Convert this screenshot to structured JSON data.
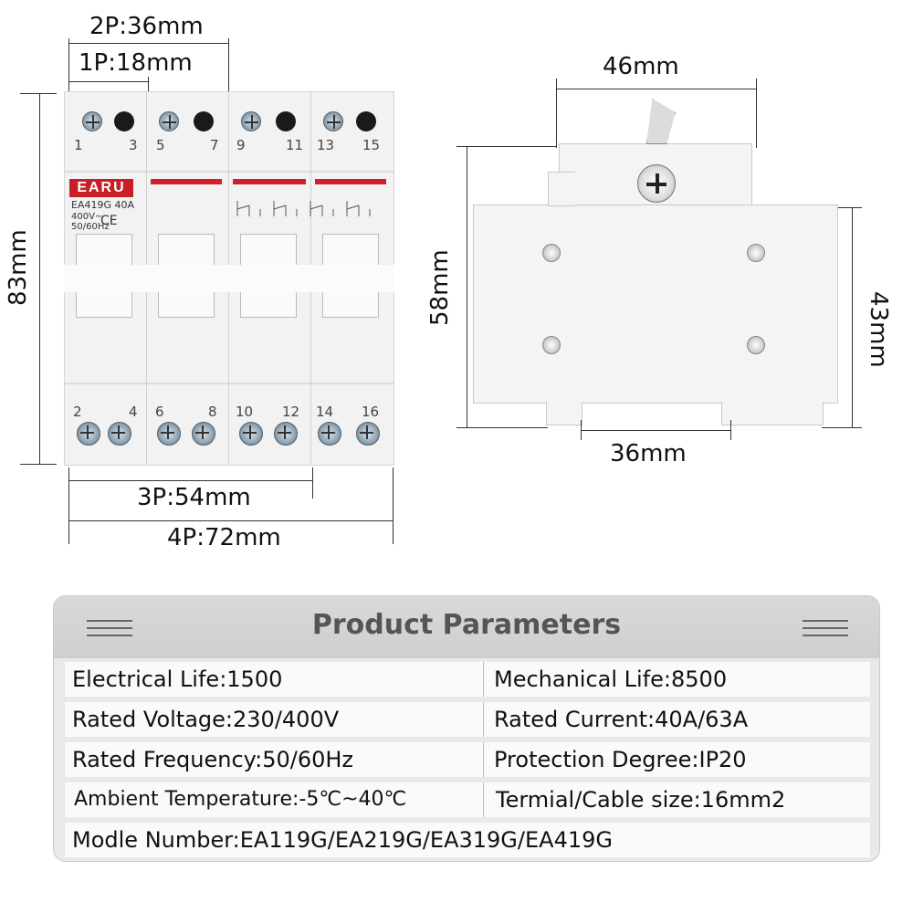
{
  "front_view": {
    "brand": "EARU",
    "model_label": "EA419G  40A",
    "voltage_label": "400V~",
    "freq_label": "50/60Hz",
    "ce_mark": "CE",
    "top_terminals": [
      "1",
      "3",
      "5",
      "7",
      "9",
      "11",
      "13",
      "15"
    ],
    "bottom_terminals": [
      "2",
      "4",
      "6",
      "8",
      "10",
      "12",
      "14",
      "16"
    ],
    "dim_2p": "2P:36mm",
    "dim_1p": "1P:18mm",
    "dim_height": "83mm",
    "dim_3p": "3P:54mm",
    "dim_4p": "4P:72mm"
  },
  "side_view": {
    "dim_top": "46mm",
    "dim_left": "58mm",
    "dim_right": "43mm",
    "dim_bottom": "36mm"
  },
  "parameters": {
    "title": "Product Parameters",
    "rows": [
      {
        "left": "Electrical Life:1500",
        "right": "Mechanical Life:8500"
      },
      {
        "left": "Rated Voltage:230/400V",
        "right": "Rated Current:40A/63A"
      },
      {
        "left": "Rated Frequency:50/60Hz",
        "right": "Protection Degree:IP20"
      },
      {
        "left": "Ambient Temperature:-5℃~40℃",
        "right": "Termial/Cable size:16mm2"
      }
    ],
    "full_row": "Modle Number:EA119G/EA219G/EA319G/EA419G"
  },
  "colors": {
    "brand_red": "#c81e25",
    "title_gray": "#555555"
  }
}
